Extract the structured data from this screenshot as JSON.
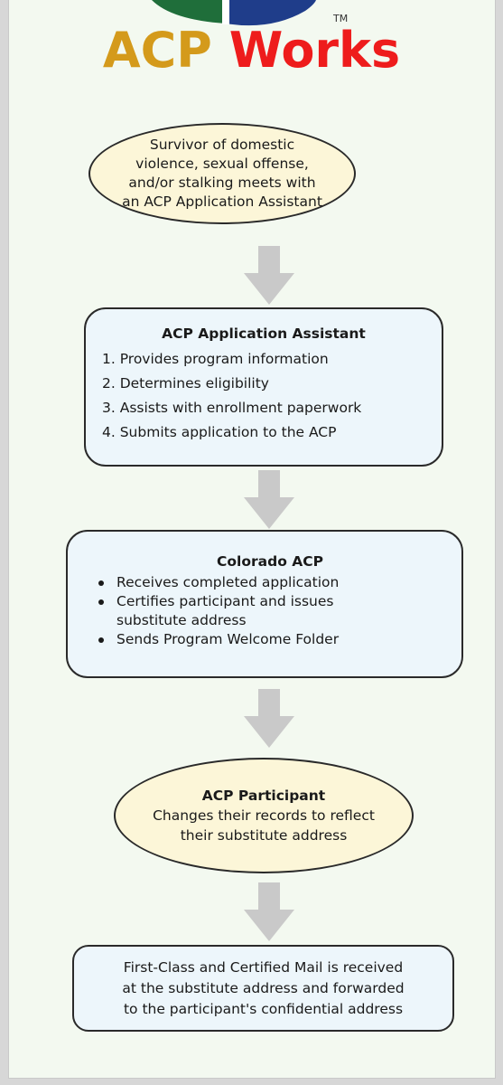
{
  "logo": {
    "word1": "ACP",
    "word2": "Works",
    "trademark": "TM",
    "colors": {
      "acp": "#d49a1b",
      "works": "#ee1c1c",
      "swoosh_green": "#1f6e3a",
      "swoosh_blue": "#1f3d8a"
    }
  },
  "flow": {
    "start": {
      "lines": [
        "Survivor of domestic",
        "violence, sexual offense,",
        "and/or stalking meets with",
        "an ACP Application Assistant"
      ]
    },
    "assistant": {
      "title": "ACP Application Assistant",
      "steps": [
        "1. Provides program information",
        "2. Determines eligibility",
        "3. Assists with enrollment paperwork",
        "4. Submits application to the ACP"
      ]
    },
    "colorado": {
      "title": "Colorado ACP",
      "bullets": [
        "Receives completed application",
        "Certifies participant and issues substitute address",
        "Sends Program Welcome Folder"
      ]
    },
    "participant": {
      "title": "ACP Participant",
      "lines": [
        "Changes their records to reflect",
        "their substitute address"
      ]
    },
    "final": {
      "lines": [
        "First-Class and Certified Mail is received",
        "at the substitute address and forwarded",
        "to the participant's confidential address"
      ]
    }
  },
  "colors": {
    "page_bg": "#f3f9f0",
    "ellipse_fill": "#fcf6d8",
    "box_fill": "#edf6fb",
    "arrow_fill": "#c9c9c9"
  }
}
